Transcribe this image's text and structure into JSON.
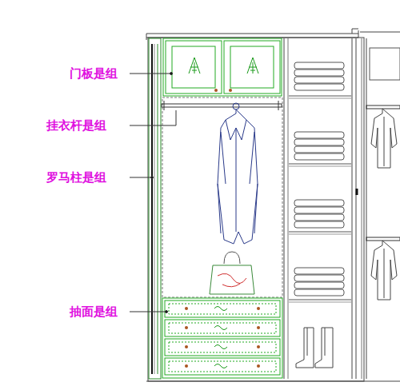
{
  "diagram": {
    "labels": [
      "门板是组",
      "挂衣杆是组",
      "罗马柱是组",
      "抽面是组"
    ]
  }
}
